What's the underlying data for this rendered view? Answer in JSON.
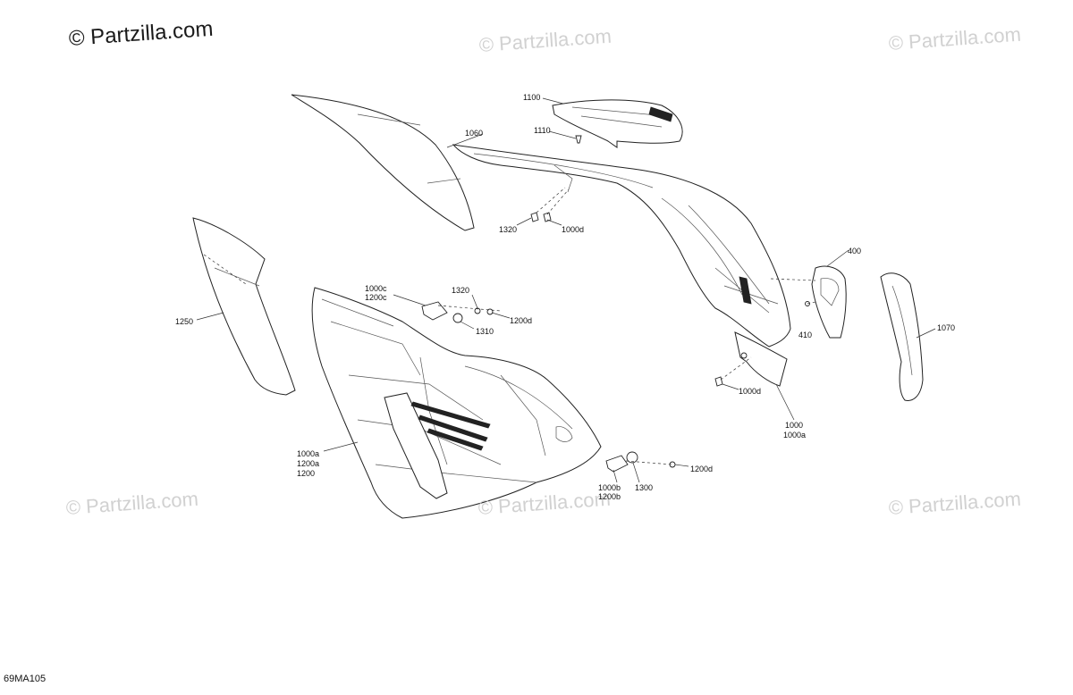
{
  "watermarks": {
    "main": "© Partzilla.com",
    "faded": "© Partzilla.com"
  },
  "drawing_code": "69MA105",
  "callouts": {
    "c1100": "1100",
    "c1110": "1110",
    "c1060": "1060",
    "c1320_top": "1320",
    "c1000d_top": "1000d",
    "c400": "400",
    "c410": "410",
    "c1070": "1070",
    "c1250": "1250",
    "c1000c": "1000c",
    "c1200c": "1200c",
    "c1320_mid": "1320",
    "c1200d_mid": "1200d",
    "c1310": "1310",
    "c1000d_right": "1000d",
    "c1000": "1000",
    "c1000a_right": "1000a",
    "c1000a_left": "1000a",
    "c1200a_left": "1200a",
    "c1200_left": "1200",
    "c1200d_low": "1200d",
    "c1300": "1300",
    "c1000b": "1000b",
    "c1200b": "1200b"
  }
}
